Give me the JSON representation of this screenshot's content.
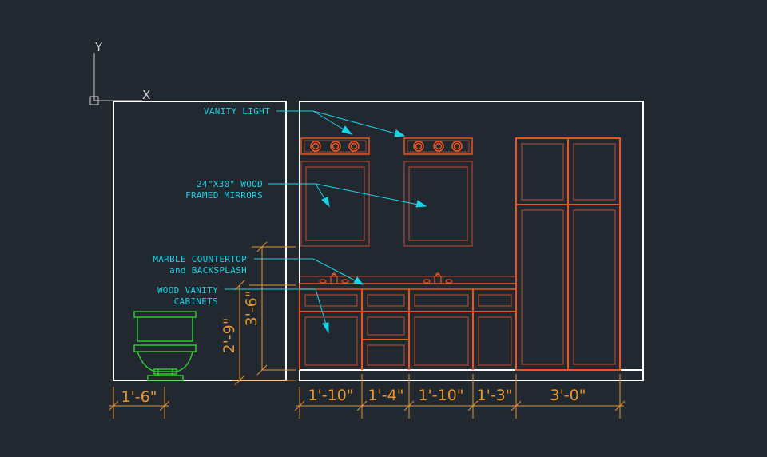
{
  "colors": {
    "background": "#212830",
    "outline": "#ffffff",
    "cabinet": "#f0531f",
    "annotation": "#19d2e6",
    "dimension": "#e8952e",
    "toilet": "#32c832",
    "thin": "#cc4a2a"
  },
  "axes": {
    "x_label": "X",
    "y_label": "Y"
  },
  "annotations": {
    "vanity_light": "VANITY LIGHT",
    "mirrors_line1": "24\"X30\" WOOD",
    "mirrors_line2": "FRAMED MIRRORS",
    "countertop_line1": "MARBLE COUNTERTOP",
    "countertop_line2": "and BACKSPLASH",
    "cabinets_line1": "WOOD VANITY",
    "cabinets_line2": "CABINETS"
  },
  "dimensions": {
    "toilet_width": "1'-6\"",
    "cab1": "1'-10\"",
    "cab2": "1'-4\"",
    "cab3": "1'-10\"",
    "cab4": "1'-3\"",
    "tall_cabinet": "3'-0\"",
    "counter_height": "2'-9\"",
    "backsplash_height": "3'-6\""
  }
}
